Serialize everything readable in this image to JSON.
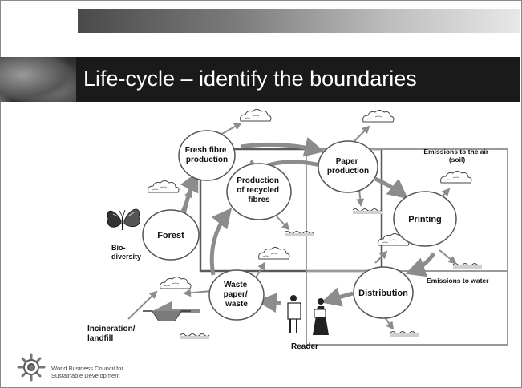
{
  "slide": {
    "title": "Life-cycle – identify the boundaries"
  },
  "diagram": {
    "nodes": {
      "fresh_fibre": [
        "Fresh fibre",
        "production"
      ],
      "paper_production": [
        "Paper",
        "production"
      ],
      "recycled": [
        "Production",
        "of recycled",
        "fibres"
      ],
      "forest": [
        "Forest"
      ],
      "printing": [
        "Printing"
      ],
      "distribution": [
        "Distribution"
      ],
      "waste": [
        "Waste",
        "paper/",
        "waste"
      ]
    },
    "labels": {
      "emissions_air": [
        "Emissions to the air",
        "(soil)"
      ],
      "emissions_water": "Emissions to water",
      "biodiversity": [
        "Bio-",
        "diversity"
      ],
      "incineration": [
        "Incineration/",
        "landfill"
      ],
      "reader": "Reader"
    }
  },
  "footer": {
    "org_line1": "World Business Council for",
    "org_line2": "Sustainable Development"
  },
  "colors": {
    "title_bg": "#1a1a1a",
    "title_text": "#ffffff",
    "arrow": "#8c8c8c",
    "boundary": "#5a5a5a"
  }
}
